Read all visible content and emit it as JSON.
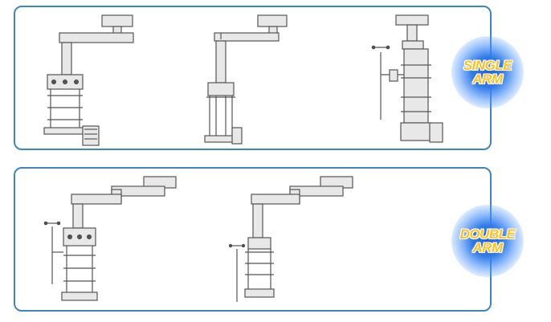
{
  "badges": {
    "single": {
      "line1": "SINGLE",
      "line2": "ARM"
    },
    "double": {
      "line1": "DOUBLE",
      "line2": "ARM"
    }
  },
  "colors": {
    "panel_border": "#3a86c4",
    "badge_glow": "#2f7be8",
    "badge_text": "#ffc21a",
    "drawing_stroke": "#555555"
  }
}
